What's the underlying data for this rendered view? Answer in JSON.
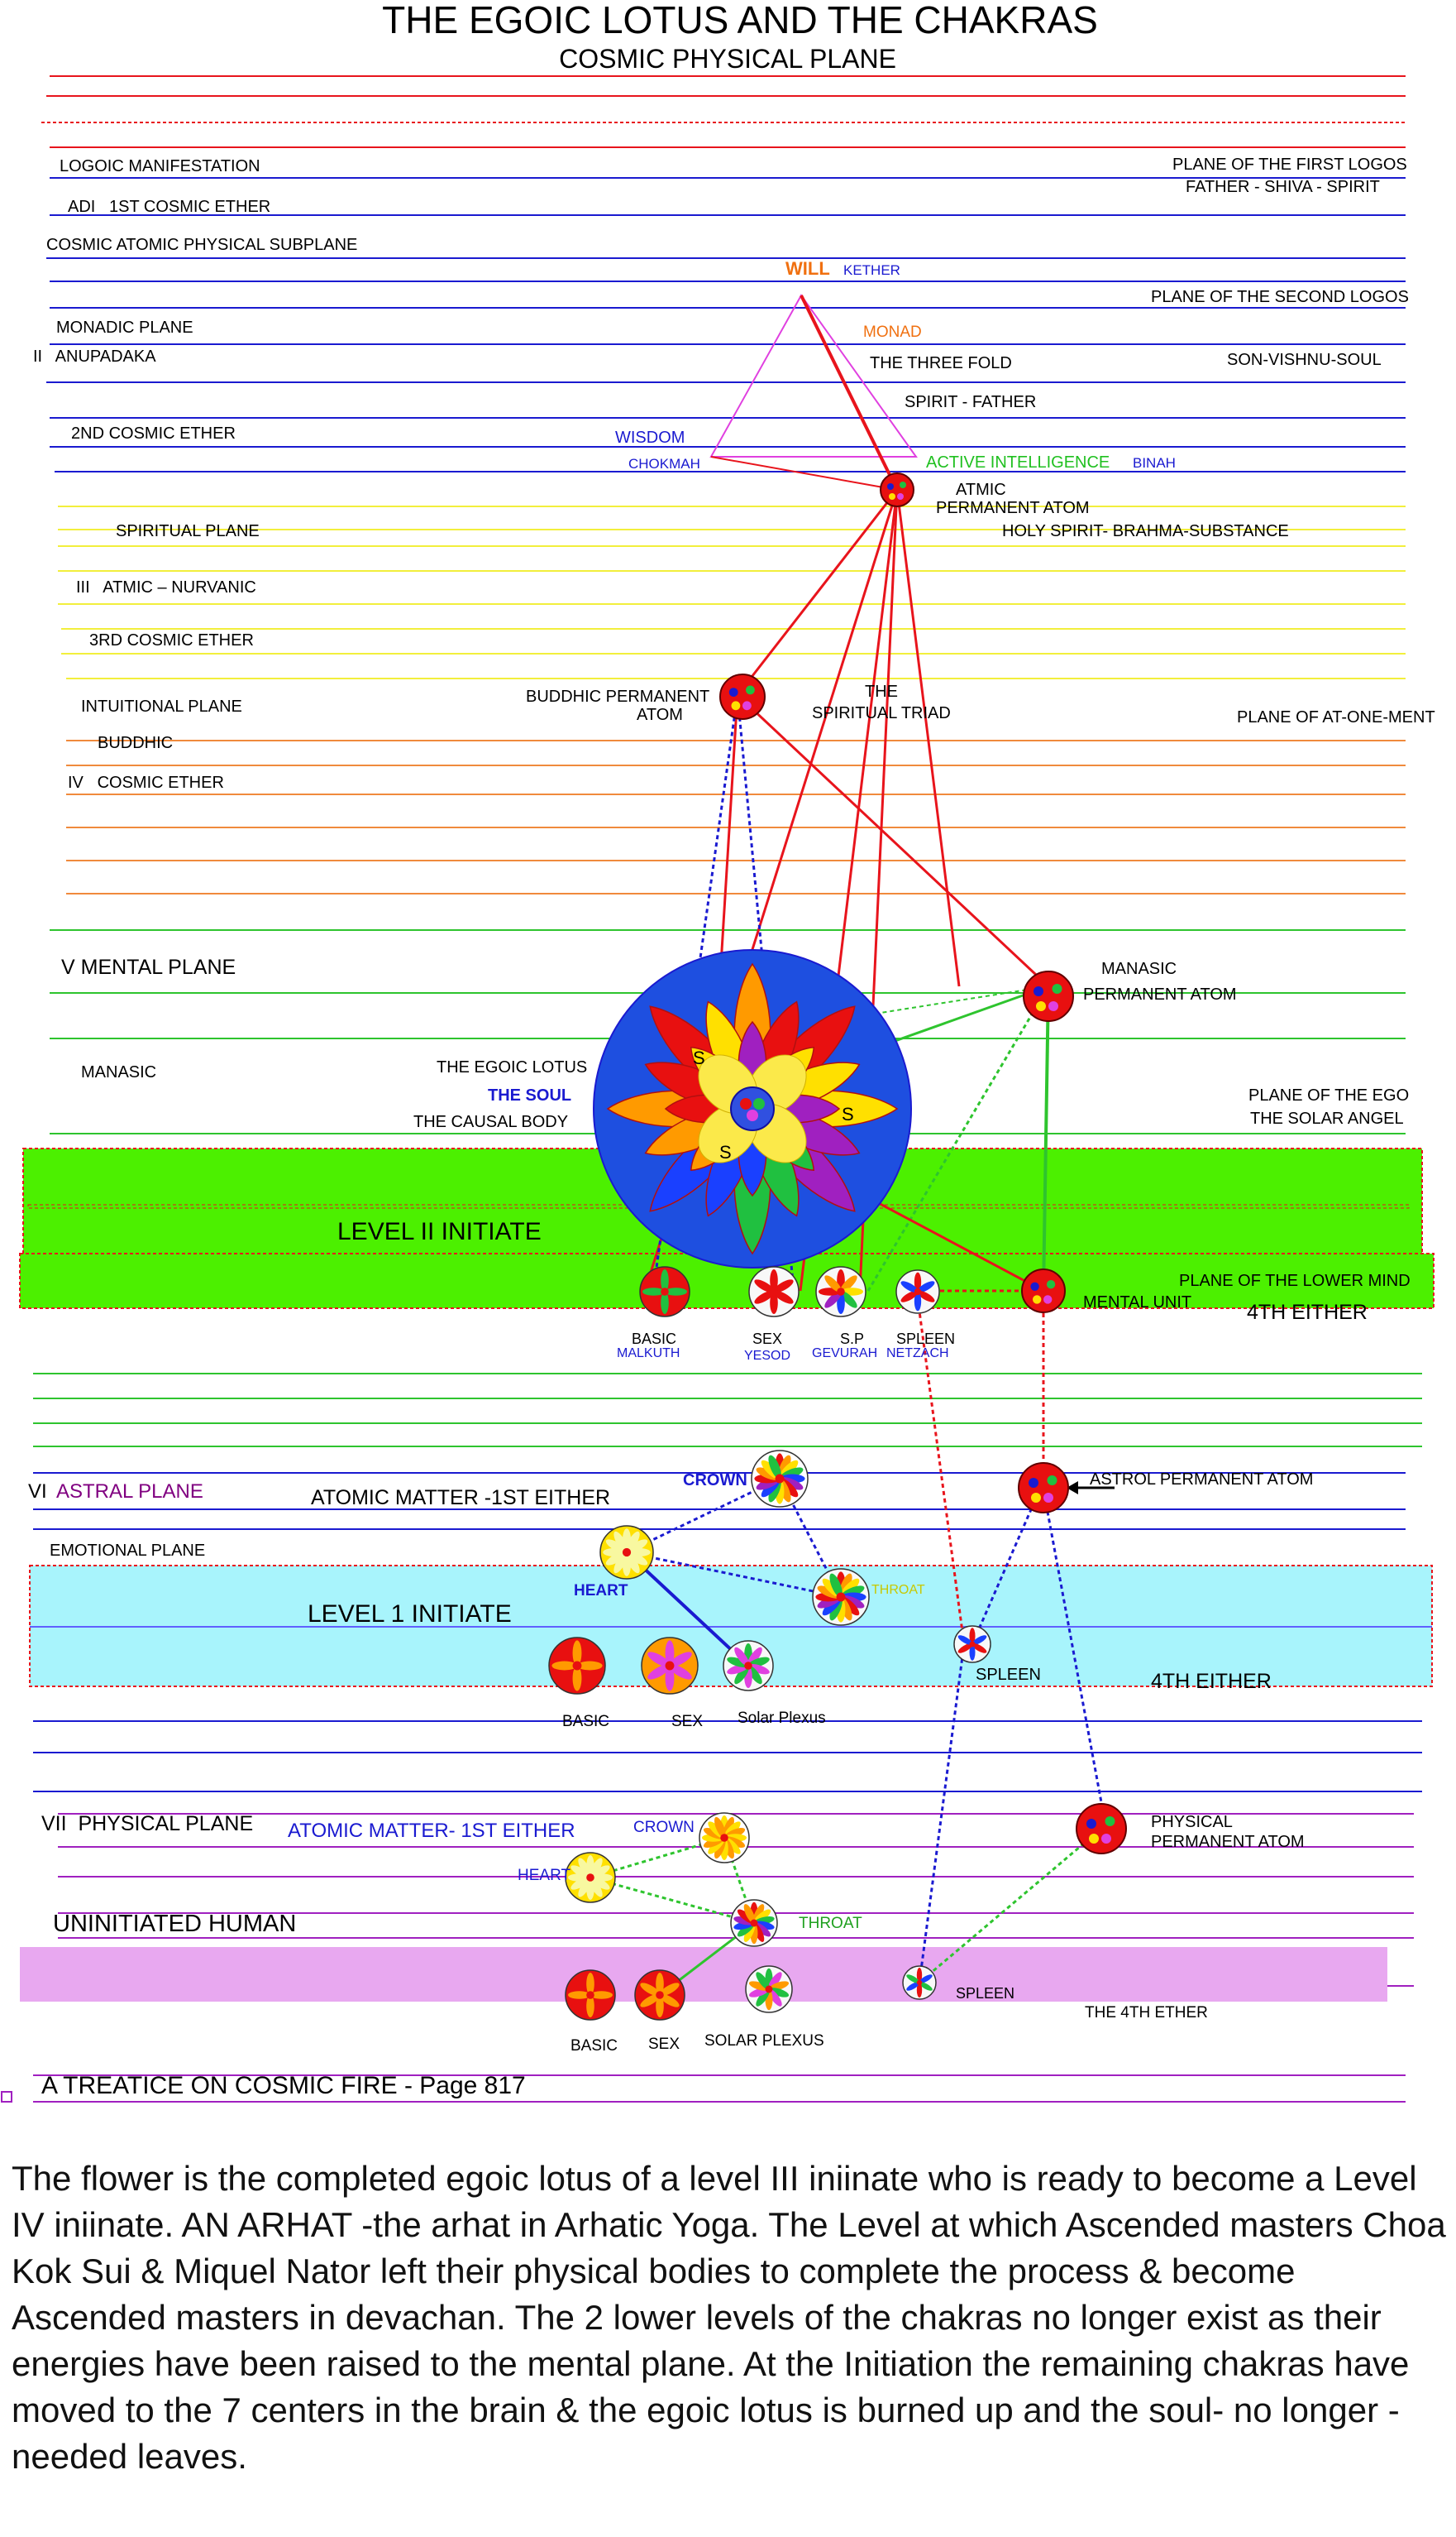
{
  "header": {
    "title": "THE EGOIC LOTUS AND THE CHAKRAS",
    "subtitle": "COSMIC PHYSICAL PLANE"
  },
  "colors": {
    "red": "#e8141c",
    "blue": "#1a1ad0",
    "yellow": "#f2ef3c",
    "orange": "#f08a3c",
    "green": "#2ec42e",
    "violet": "#a020c0",
    "level2_band": "#4cf000",
    "level1_band": "#a8f4fc",
    "ether_band": "#e8a8f0",
    "will": "#f07010",
    "wisdom": "#1a1ad0",
    "active_intelligence": "#20c020"
  },
  "labels": {
    "logoic_manifestation": "LOGOIC MANIFESTATION",
    "first_logos": "PLANE OF THE FIRST LOGOS",
    "father_shiva": "FATHER - SHIVA - SPIRIT",
    "adi": "ADI   1ST COSMIC ETHER",
    "cosmic_atomic": "COSMIC ATOMIC PHYSICAL SUBPLANE",
    "will": "WILL",
    "kether": "KETHER",
    "second_logos": "PLANE OF THE SECOND LOGOS",
    "monadic_plane": "MONADIC PLANE",
    "monad": "MONAD",
    "anupadaka": "II   ANUPADAKA",
    "three_fold": "THE THREE FOLD",
    "son_vishnu": "SON-VISHNU-SOUL",
    "spirit_father": "SPIRIT - FATHER",
    "second_cosmic_ether": "2ND COSMIC ETHER",
    "wisdom": "WISDOM",
    "chokmah": "CHOKMAH",
    "active_intelligence": "ACTIVE INTELLIGENCE",
    "binah": "BINAH",
    "atmic": "ATMIC",
    "atmic_permanent": "PERMANENT ATOM",
    "spiritual_plane": "SPIRITUAL PLANE",
    "holy_spirit": "HOLY SPIRIT- BRAHMA-SUBSTANCE",
    "atmic_nurvanic": "III   ATMIC – NURVANIC",
    "third_cosmic_ether": "3RD COSMIC ETHER",
    "buddhic_permanent_1": "BUDDHIC PERMANENT",
    "buddhic_permanent_2": "ATOM",
    "the_1": "THE",
    "spiritual_triad": "SPIRITUAL TRIAD",
    "intuitional_plane": "INTUITIONAL PLANE",
    "at_one_ment": "PLANE OF AT-ONE-MENT",
    "buddhic": "BUDDHIC",
    "fourth_cosmic_ether": "IV   COSMIC ETHER",
    "mental_plane": "V MENTAL PLANE",
    "manasic_1": "MANASIC",
    "manasic_2": "PERMANENT ATOM",
    "manasic": "MANASIC",
    "egoic_lotus": "THE EGOIC LOTUS",
    "the_soul": "THE SOUL",
    "causal_body": "THE CAUSAL BODY",
    "plane_of_ego": "PLANE OF THE EGO",
    "solar_angel": "THE SOLAR ANGEL",
    "level_ii": "LEVEL II INITIATE",
    "lower_mind": "PLANE OF THE LOWER MIND",
    "mental_unit": "MENTAL UNIT",
    "fourth_either_a": "4TH EITHER",
    "basic": "BASIC",
    "malkuth": "MALKUTH",
    "sex": "SEX",
    "yesod": "YESOD",
    "sp": "S.P",
    "gevurah": "GEVURAH",
    "spleen": "SPLEEN",
    "netzach": "NETZACH",
    "astral_plane": "ASTRAL PLANE",
    "vi": "VI",
    "atomic_matter_astral": "ATOMIC MATTER  -1ST EITHER",
    "crown": "CROWN",
    "astrol_permanent": "ASTROL  PERMANENT ATOM",
    "emotional_plane": "EMOTIONAL PLANE",
    "heart": "HEART",
    "throat_1": "THROAT",
    "level_1": "LEVEL 1 INITIATE",
    "spleen_1": "SPLEEN",
    "fourth_either_b": "4TH EITHER",
    "basic_1": "BASIC",
    "sex_1": "SEX",
    "solar_plexus_1": "Solar Plexus",
    "physical_plane": "VII  PHYSICAL PLANE",
    "atomic_matter_physical": "ATOMIC MATTER- 1ST EITHER",
    "crown_0": "CROWN",
    "physical_permanent_1": "PHYSICAL",
    "physical_permanent_2": "PERMANENT ATOM",
    "heart_0": "HEART",
    "uninitiated": "UNINITIATED HUMAN",
    "throat_0": "THROAT",
    "spleen_0": "SPLEEN",
    "fourth_ether": "THE 4TH ETHER",
    "basic_0": "BASIC",
    "sex_0": "SEX",
    "solar_plexus_0": "SOLAR PLEXUS",
    "source": "A TREATICE ON COSMIC FIRE - Page 817",
    "s": "S"
  },
  "caption": "The flower is the completed egoic lotus of a level III iniinate who is ready to become a Level IV iniinate.    AN ARHAT -the arhat in Arhatic Yoga. The Level at which Ascended masters Choa Kok Sui & Miquel Nator left their physical bodies to complete the process & become Ascended masters in devachan. The 2 lower levels of the chakras no longer exist as their energies have been raised to the mental plane. At the Initiation the remaining chakras have moved to the 7 centers in the brain & the egoic lotus is burned up and the soul- no longer - needed leaves."
}
